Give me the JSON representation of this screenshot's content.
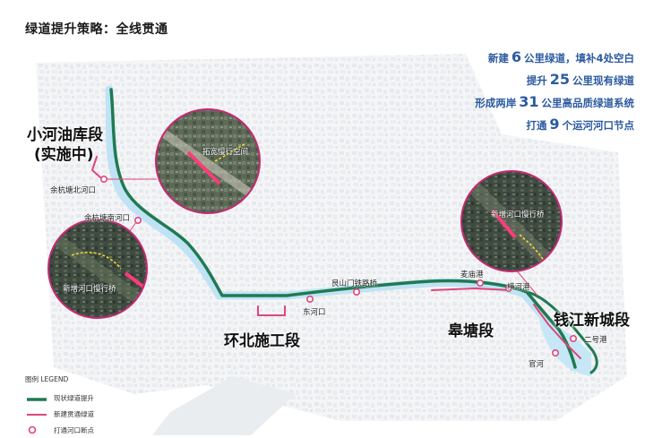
{
  "title": "绿道提升策略：全线贯通",
  "stats": [
    {
      "pre": "新建",
      "num": "6",
      "post": "公里绿道，填补4处空白"
    },
    {
      "pre": "提升",
      "num": "25",
      "post": "公里现有绿道"
    },
    {
      "pre": "形成两岸",
      "num": "31",
      "post": "公里高品质绿道系统"
    },
    {
      "pre": "打通",
      "num": "9",
      "post": "个运河河口节点"
    }
  ],
  "sections": {
    "xiaohe": "小河油库段",
    "xiaohe_sub": "(实施中)",
    "huanbei": "环北施工段",
    "gaotang": "皋塘段",
    "qianjiang": "钱江新城段"
  },
  "nodes": {
    "yuhang_north": "余杭塘北河口",
    "yuhang_south": "余杭塘南河口",
    "donghe": "东河口",
    "genshanmen": "艮山门铁路桥",
    "maimiao": "麦庙港",
    "henghe": "横河港",
    "ermiao": "二号港",
    "guanhe": "官河"
  },
  "callouts": {
    "expand_space": "拓宽慢行空间",
    "new_bridge_left": "新增河口慢行桥",
    "new_bridge_right": "新增河口慢行桥"
  },
  "legend": {
    "title": "图例 LEGEND",
    "existing": "现状绿道提升",
    "new": "新建贯通绿道",
    "node": "打通河口断点"
  },
  "colors": {
    "existing_greenway": "#1f7a52",
    "new_greenway": "#e0457b",
    "node": "#e0457b",
    "water": "#bfe3f4",
    "stats_text": "#2b5aa0"
  }
}
